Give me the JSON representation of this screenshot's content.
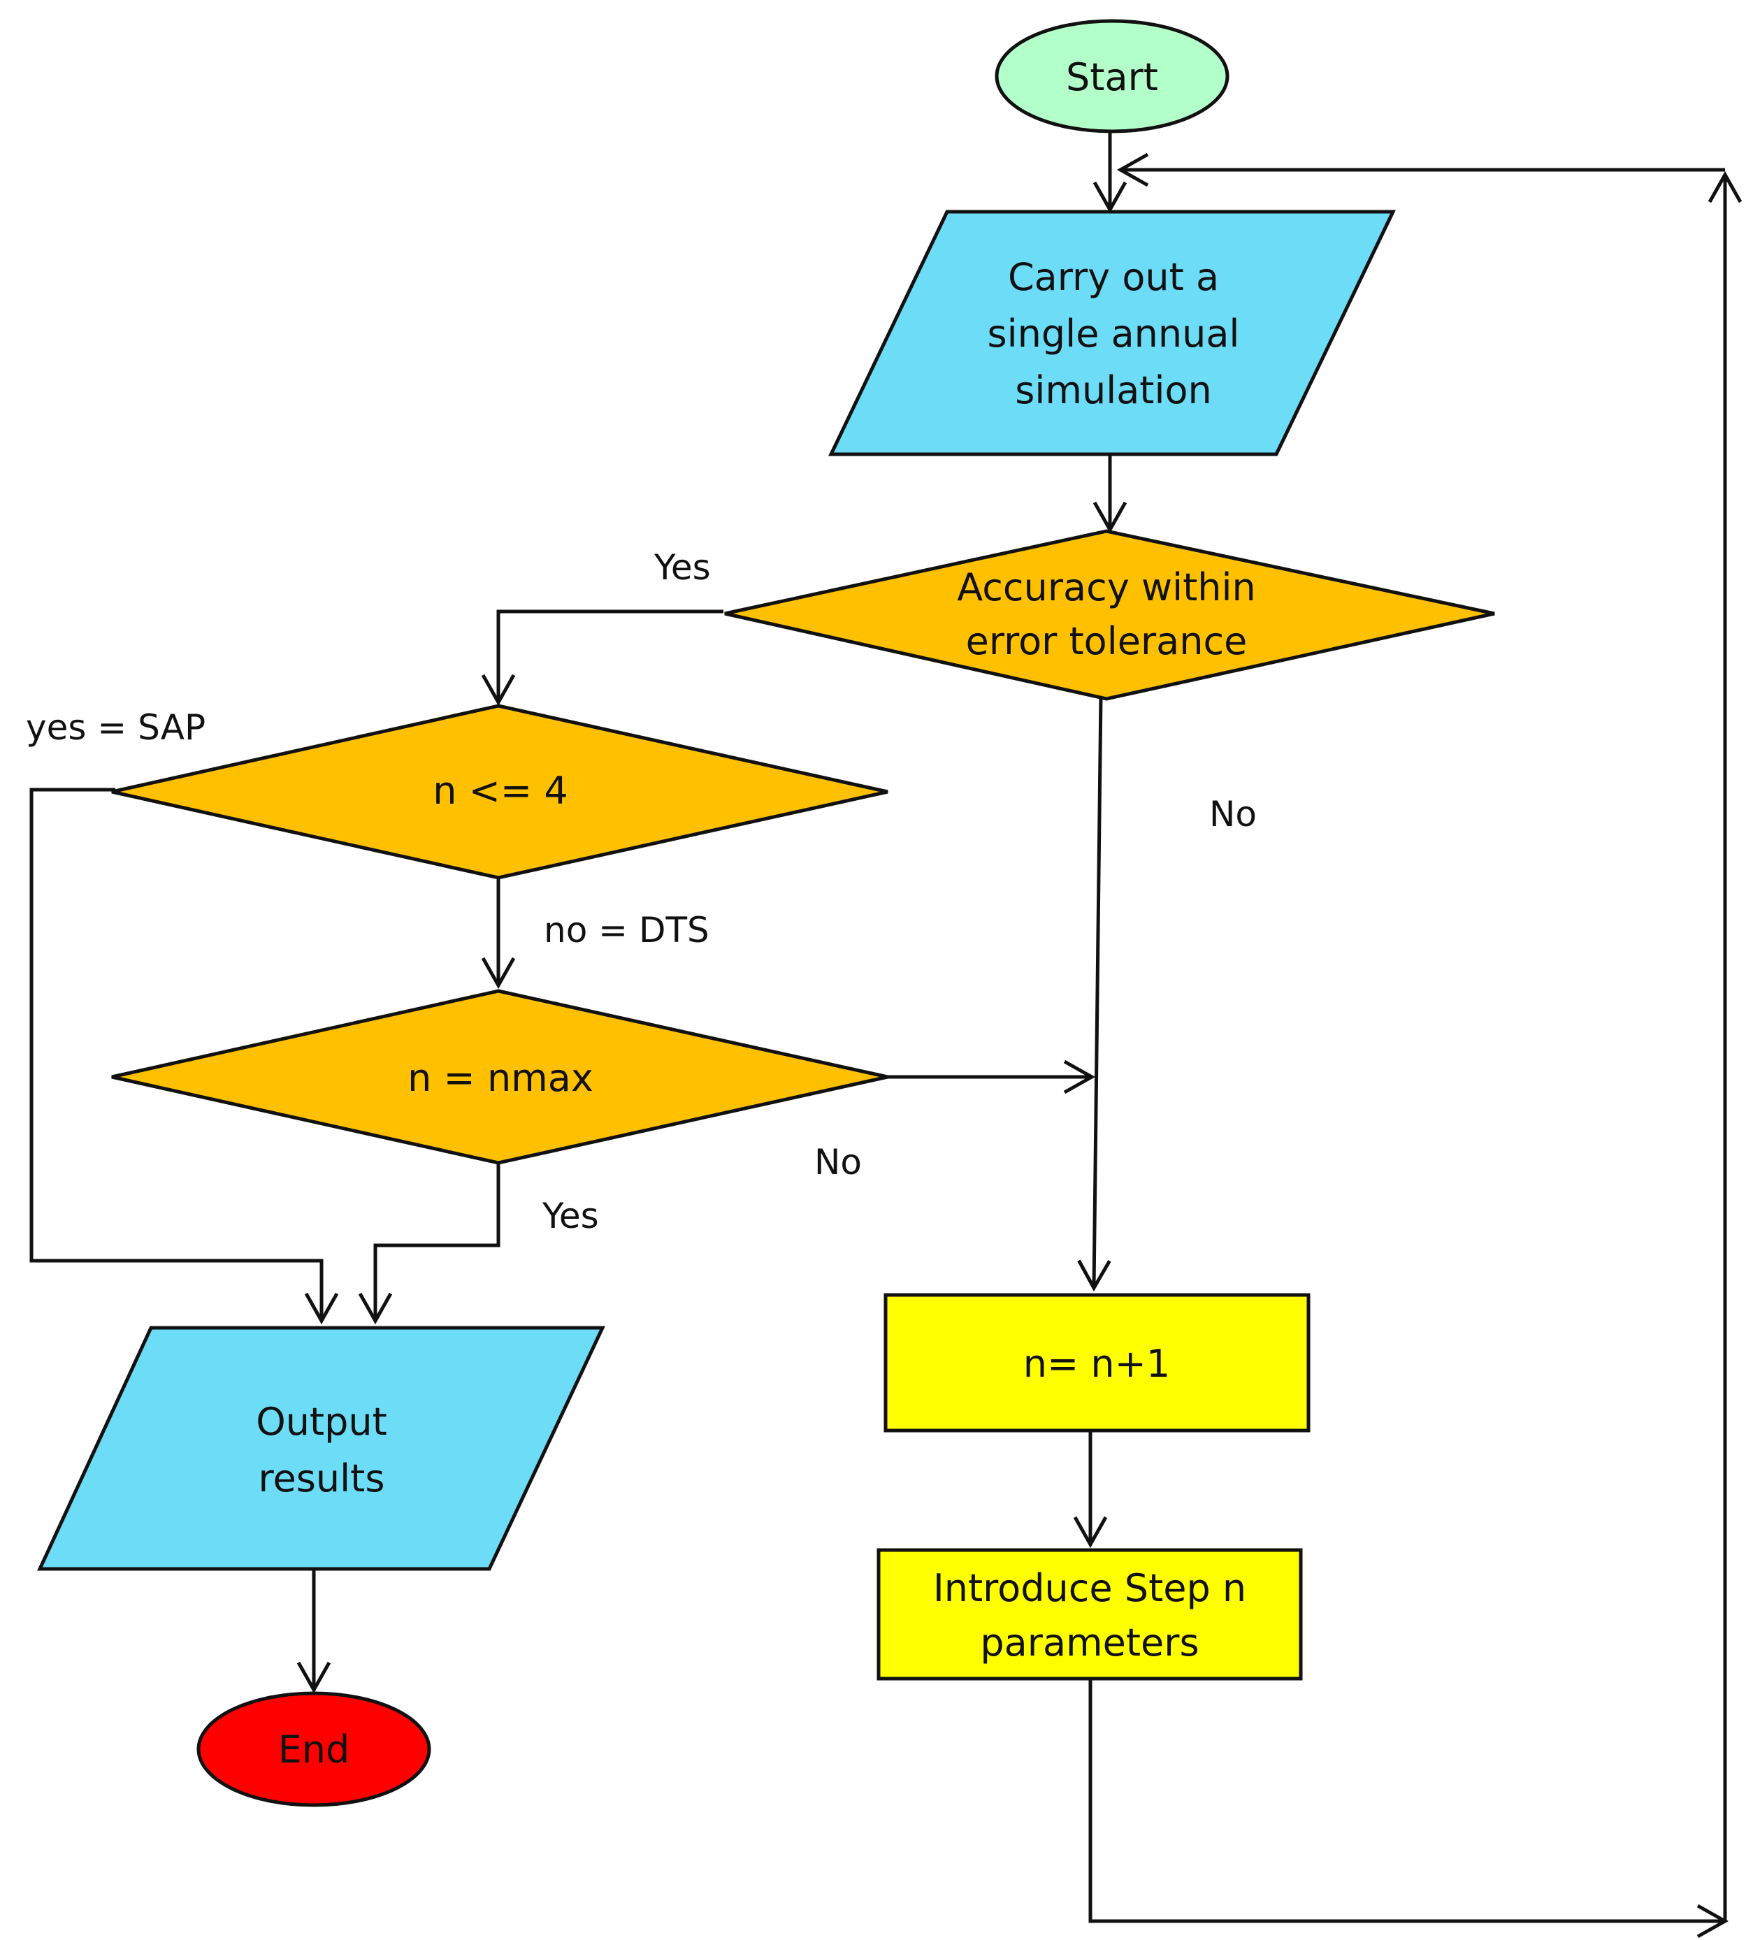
{
  "colors": {
    "terminal_start": "#b3ffc9",
    "terminal_end": "#ff0000",
    "io": "#6ddcf6",
    "decision": "#ffc000",
    "process": "#ffff00",
    "line": "#111111"
  },
  "nodes": {
    "start": {
      "shape": "ellipse",
      "label": "Start"
    },
    "simulate": {
      "shape": "parallelogram",
      "lines": [
        "Carry out a",
        "single annual",
        "simulation"
      ]
    },
    "accuracy": {
      "shape": "diamond",
      "lines": [
        "Accuracy within",
        "error tolerance"
      ]
    },
    "n_le_4": {
      "shape": "diamond",
      "label": "n <= 4"
    },
    "n_eq_nmax": {
      "shape": "diamond",
      "label": "n = nmax"
    },
    "output": {
      "shape": "parallelogram",
      "lines": [
        "Output",
        "results"
      ]
    },
    "end": {
      "shape": "ellipse",
      "label": "End"
    },
    "increment": {
      "shape": "rectangle",
      "label": "n= n+1"
    },
    "introduce": {
      "shape": "rectangle",
      "lines": [
        "Introduce Step n",
        "parameters"
      ]
    }
  },
  "edge_labels": {
    "accuracy_yes": "Yes",
    "accuracy_no": "No",
    "n_le_4_yes": "yes = SAP",
    "n_le_4_no": "no = DTS",
    "nmax_no": "No",
    "nmax_yes": "Yes"
  }
}
